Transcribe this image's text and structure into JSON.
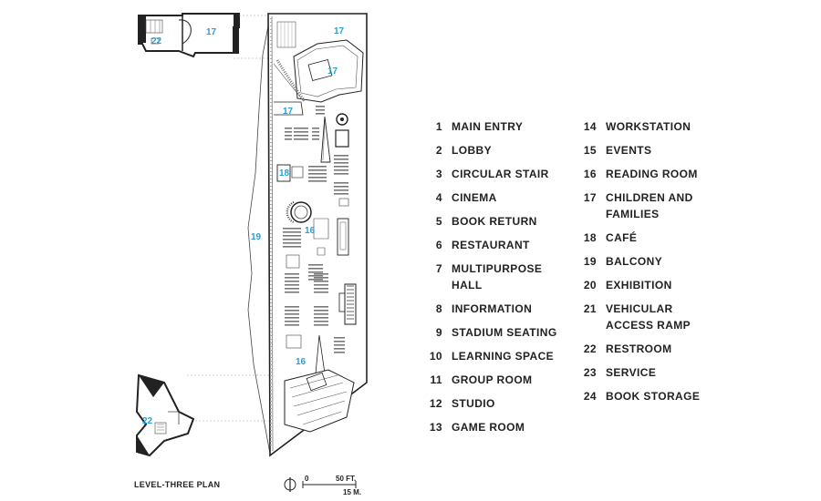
{
  "plan": {
    "title": "LEVEL-THREE PLAN",
    "scale": {
      "zero": "0",
      "feet": "50 FT.",
      "meters": "15 M."
    },
    "room_numbers": {
      "children_a": "17",
      "restroom_a": "22",
      "children_b": "17",
      "children_c": "17",
      "children_d": "17",
      "cafe": "18",
      "reading_a": "16",
      "reading_b": "16",
      "balcony": "19",
      "restroom_b": "22"
    }
  },
  "legend": {
    "left": [
      {
        "num": "1",
        "name": "MAIN ENTRY"
      },
      {
        "num": "2",
        "name": "LOBBY"
      },
      {
        "num": "3",
        "name": "CIRCULAR STAIR"
      },
      {
        "num": "4",
        "name": "CINEMA"
      },
      {
        "num": "5",
        "name": "BOOK RETURN"
      },
      {
        "num": "6",
        "name": "RESTAURANT"
      },
      {
        "num": "7",
        "name": "MULTIPURPOSE HALL"
      },
      {
        "num": "8",
        "name": "INFORMATION"
      },
      {
        "num": "9",
        "name": "STADIUM SEATING"
      },
      {
        "num": "10",
        "name": "LEARNING SPACE"
      },
      {
        "num": "11",
        "name": "GROUP ROOM"
      },
      {
        "num": "12",
        "name": "STUDIO"
      },
      {
        "num": "13",
        "name": "GAME ROOM"
      }
    ],
    "right": [
      {
        "num": "14",
        "name": "WORKSTATION"
      },
      {
        "num": "15",
        "name": "EVENTS"
      },
      {
        "num": "16",
        "name": "READING ROOM"
      },
      {
        "num": "17",
        "name": "CHILDREN AND FAMILIES"
      },
      {
        "num": "18",
        "name": "CAFÉ"
      },
      {
        "num": "19",
        "name": "BALCONY"
      },
      {
        "num": "20",
        "name": "EXHIBITION"
      },
      {
        "num": "21",
        "name": "VEHICULAR ACCESS RAMP"
      },
      {
        "num": "22",
        "name": "RESTROOM"
      },
      {
        "num": "23",
        "name": "SERVICE"
      },
      {
        "num": "24",
        "name": "BOOK STORAGE"
      }
    ]
  },
  "colors": {
    "room_number": "#2a9fd6",
    "line": "#222222"
  }
}
